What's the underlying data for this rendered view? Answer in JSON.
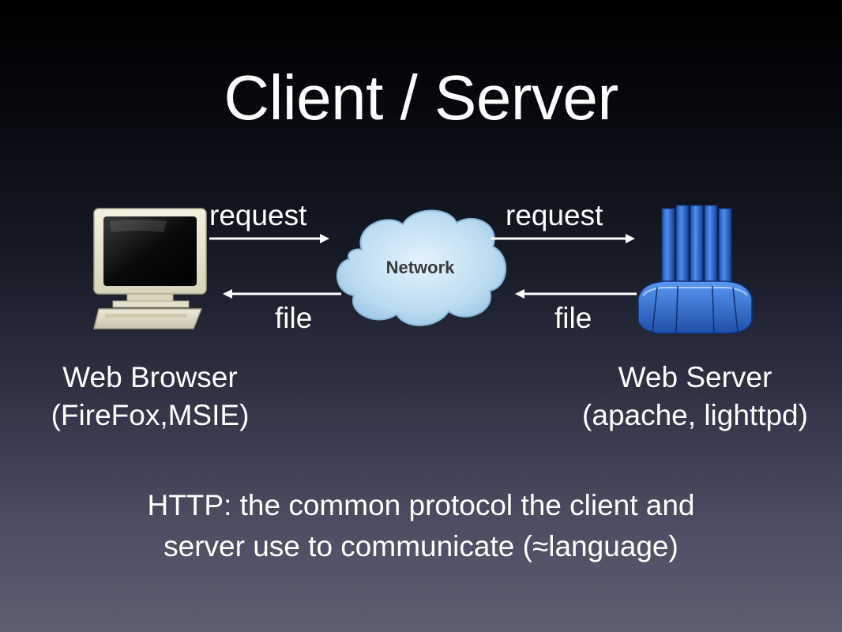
{
  "slide": {
    "title": "Client / Server",
    "caption_line1": "HTTP: the common protocol the client and",
    "caption_line2": "server use to communicate (≈language)"
  },
  "diagram": {
    "network_label": "Network",
    "client": {
      "label_line1": "Web Browser",
      "label_line2": "(FireFox,MSIE)",
      "icon": "computer-monitor-icon"
    },
    "server": {
      "label_line1": "Web Server",
      "label_line2": "(apache, lighttpd)",
      "icon": "server-tower-icon"
    },
    "arrows": {
      "client_request": "request",
      "server_request": "request",
      "client_file": "file",
      "server_file": "file"
    }
  },
  "colors": {
    "cloud": "#bfe0f4",
    "server_blue": "#2f6fd6",
    "monitor_beige": "#e8e4cf",
    "text": "#ffffff"
  }
}
